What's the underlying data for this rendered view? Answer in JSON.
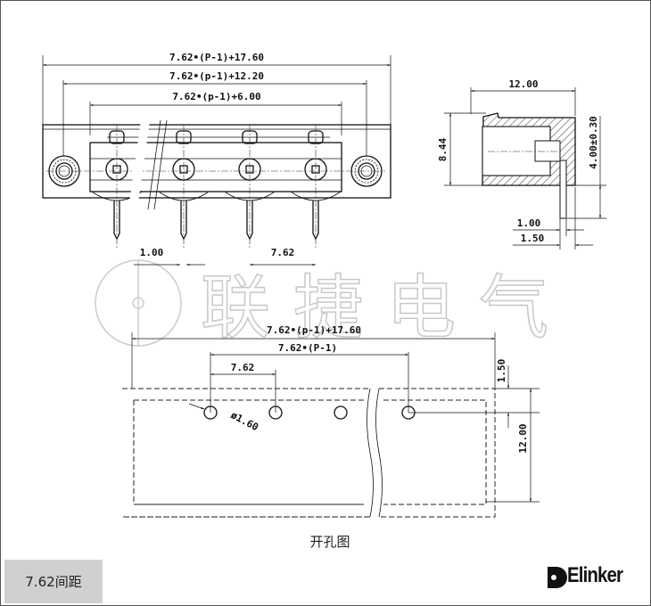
{
  "front_view": {
    "dim_overall": "7.62•(P-1)+17.60",
    "dim_flange_holes": "7.62•(p-1)+12.20",
    "dim_plug": "7.62•(p-1)+6.00",
    "dim_pin_width": "1.00",
    "dim_pitch": "7.62"
  },
  "side_view": {
    "dim_depth": "12.00",
    "dim_height": "8.44",
    "dim_pin_length": "4.00±0.30",
    "dim_pin_thickness": "1.00",
    "dim_pin_offset": "1.50"
  },
  "watermark": "联捷电气",
  "cutout_view": {
    "dim_overall": "7.62•(p-1)+17.60",
    "dim_hole_span": "7.62•(P-1)",
    "dim_pitch": "7.62",
    "dim_hole_diameter": "ø1.60",
    "dim_edge": "1.50",
    "dim_width": "12.00",
    "caption": "开孔图"
  },
  "pitch_label": "7.62间距",
  "brand": "Elinker"
}
